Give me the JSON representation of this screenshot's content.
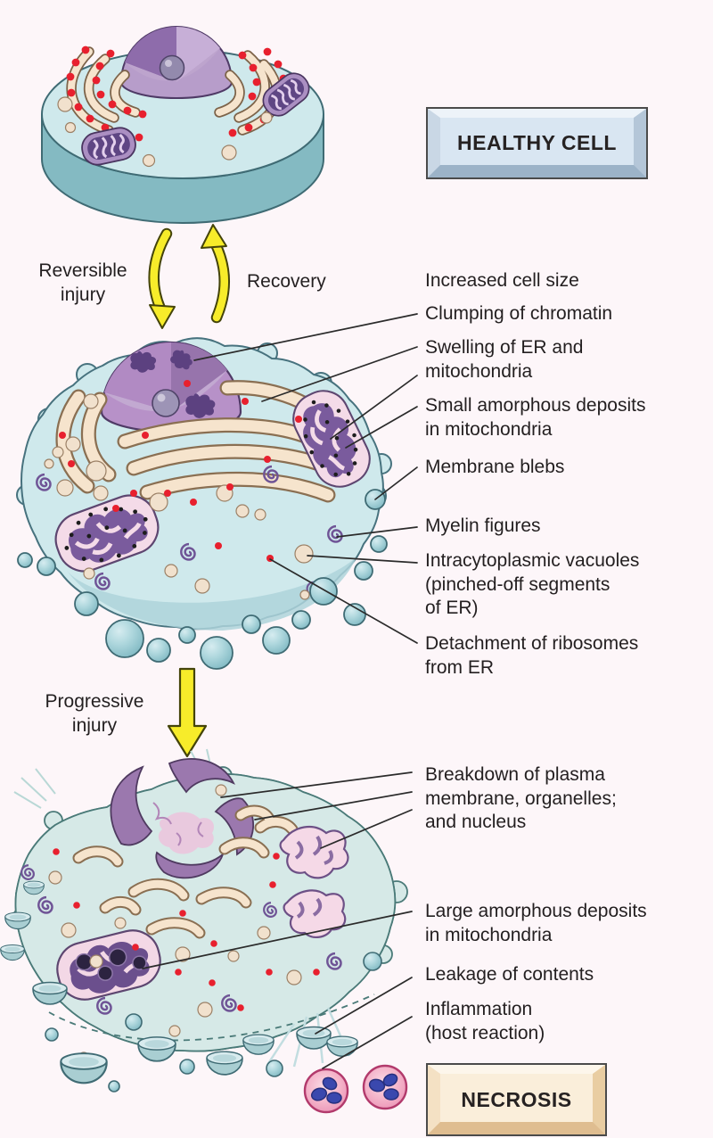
{
  "colors": {
    "background": "#fdf6f9",
    "text": "#231f20",
    "leader_line": "#2b2b2b",
    "arrow_yellow": "#f7ec2a",
    "healthy_box_face": "#d9e6f2",
    "necrosis_box_face": "#faeeda",
    "cytoplasm_blue": "#cfe9ec",
    "nucleus_purple": "#b791c8",
    "er_cream": "#f6e4cd",
    "ribosome_red": "#e8202e",
    "mitochondrion_pink": "#f4dbe8",
    "bleb_teal": "#8fc4cd"
  },
  "stage_flow": {
    "healthy_box_label": "HEALTHY CELL",
    "necrosis_box_label": "NECROSIS",
    "reversible_injury_label": "Reversible\ninjury",
    "recovery_label": "Recovery",
    "progressive_injury_label": "Progressive\ninjury"
  },
  "reversible_annotations": [
    {
      "text": "Increased cell size"
    },
    {
      "text": "Clumping of chromatin"
    },
    {
      "text": "Swelling of ER and\nmitochondria"
    },
    {
      "text": "Small amorphous deposits\nin mitochondria"
    },
    {
      "text": "Membrane blebs"
    },
    {
      "text": "Myelin figures"
    },
    {
      "text": "Intracytoplasmic vacuoles\n(pinched-off segments\nof ER)"
    },
    {
      "text": "Detachment of ribosomes\nfrom ER"
    }
  ],
  "necrosis_annotations": [
    {
      "text": "Breakdown of plasma\nmembrane, organelles;\nand nucleus"
    },
    {
      "text": "Large amorphous deposits\nin mitochondria"
    },
    {
      "text": "Leakage of contents"
    },
    {
      "text": "Inflammation\n(host reaction)"
    }
  ]
}
